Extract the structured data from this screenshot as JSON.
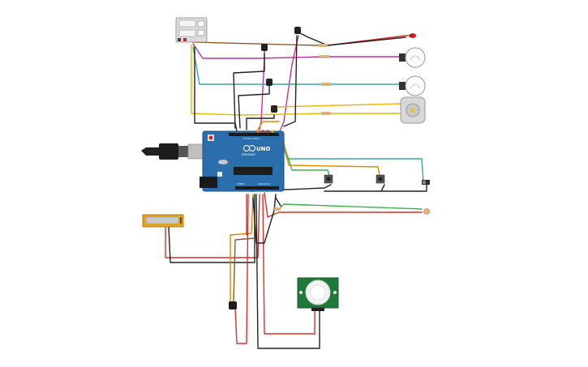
{
  "colors": {
    "background": "#ffffff",
    "board": "#2a6fab",
    "wire_black": "#222222",
    "wire_red": "#d9302b",
    "wire_yellow": "#e6b800",
    "wire_magenta": "#c0309b",
    "wire_teal": "#3aa6b0",
    "wire_green": "#3bb24a",
    "wire_orange": "#e08a00",
    "wire_brown": "#8a5a2b",
    "wire_blue": "#2d6fd6"
  },
  "board": {
    "brand": "UNO",
    "maker": "ARDUINO",
    "digital_label": "DIGITAL (PWM~)",
    "analog_label": "ANALOG IN",
    "power_label": "POWER"
  },
  "components": [
    {
      "name": "power-supply",
      "icon": "power-supply-icon"
    },
    {
      "name": "red-led",
      "icon": "led-icon"
    },
    {
      "name": "transistor",
      "icon": "transistor-icon"
    },
    {
      "name": "light-bulb",
      "icon": "bulb-icon"
    },
    {
      "name": "dc-motor",
      "icon": "motor-icon"
    },
    {
      "name": "pushbutton",
      "icon": "pushbutton-icon"
    },
    {
      "name": "slide-switch",
      "icon": "switch-icon"
    },
    {
      "name": "photoresistor",
      "icon": "photoresistor-icon"
    },
    {
      "name": "lcd-display",
      "icon": "lcd-icon"
    },
    {
      "name": "temperature-sensor",
      "icon": "temperature-sensor-icon"
    },
    {
      "name": "pir-sensor",
      "icon": "pir-sensor-icon"
    }
  ]
}
